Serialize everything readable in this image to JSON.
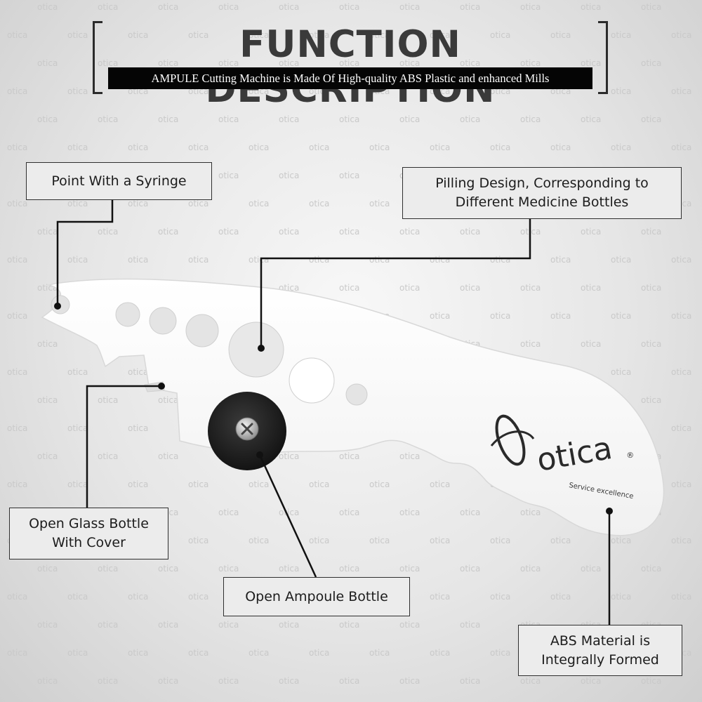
{
  "header": {
    "title": "FUNCTION DESCRIPTION",
    "subtitle": "AMPULE Cutting Machine is Made Of High-quality ABS Plastic and enhanced Mills"
  },
  "watermark": {
    "text": "otica"
  },
  "brand": {
    "logo_text": "otica",
    "tagline": "Service excellence",
    "registered_mark": "®"
  },
  "callouts": {
    "syringe": "Point With a Syringe",
    "pilling": "Pilling Design, Corresponding to\nDifferent Medicine Bottles",
    "glass_bottle": "Open Glass Bottle\nWith Cover",
    "ampoule": "Open Ampoule Bottle",
    "abs": "ABS Material is\nIntegrally Formed"
  },
  "colors": {
    "title": "#3a3a3a",
    "bar": "#050505",
    "line": "#111111",
    "tool": "#ffffff"
  }
}
